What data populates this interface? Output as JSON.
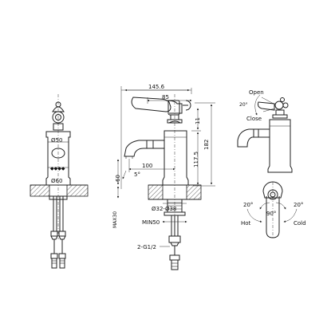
{
  "labels": {
    "d50": "Ø50",
    "d60": "Ø60",
    "w145": "145.6",
    "w85": "85",
    "h11": "11",
    "h182": "182",
    "h1175": "117.5",
    "l100": "100",
    "h60": "60",
    "ang5": "5°",
    "d32_38": "Ø32-Ø38",
    "max30": "MAX30",
    "min50": "MIN50",
    "thread": "2-G1/2",
    "open": "Open",
    "close": "Close",
    "ang20": "20°",
    "hot": "Hot",
    "cold": "Cold",
    "ang90": "90°"
  },
  "colors": {
    "line": "#222222",
    "background": "#ffffff"
  },
  "icons": {
    "brand": "brand-logo-icon"
  }
}
